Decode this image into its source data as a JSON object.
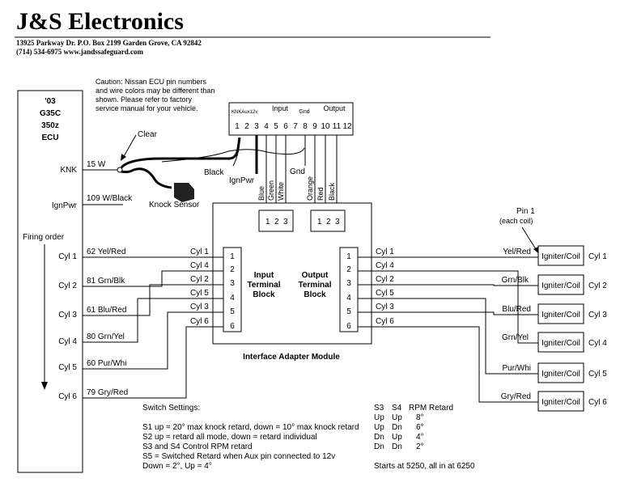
{
  "header": {
    "company": "J&S Electronics",
    "address": "13925 Parkway Dr. P.O. Box 2199 Garden Grove, CA  92842",
    "contact": "(714) 534-6975  www.jandssafeguard.com"
  },
  "caution": [
    "Caution:  Nissan ECU pin numbers",
    "and wire colors may be different than",
    "shown.  Please refer to factory",
    "service manual for your vehicle."
  ],
  "ecu": {
    "title": [
      "'03",
      "G35C",
      "350z",
      "ECU"
    ],
    "knk": "KNK",
    "ignpwr": "IgnPwr",
    "firing_order": "Firing order",
    "cyls": [
      "Cyl 1",
      "Cyl 2",
      "Cyl 3",
      "Cyl 4",
      "Cyl 5",
      "Cyl 6"
    ]
  },
  "knk_wire": {
    "label": "15  W",
    "clear": "Clear",
    "sensor": "Knock Sensor",
    "black": "Black",
    "ignpwr": "IgnPwr"
  },
  "ignpwr_wire": {
    "label": "109  W/Black"
  },
  "aux": {
    "label_left": "KNKAux12v",
    "input_label": "Input",
    "gnd_label": "Gnd",
    "output_label": "Output",
    "pins": [
      "1",
      "2",
      "3",
      "4",
      "5",
      "6",
      "7",
      "8",
      "9",
      "10",
      "11",
      "12"
    ],
    "gnd_wire": "Gnd",
    "wire_colors": [
      "Blue",
      "Green",
      "White",
      "Orange",
      "Red",
      "Black"
    ]
  },
  "module": {
    "title": "Interface Adapter Module",
    "switch_nums": [
      "1",
      "2",
      "3"
    ],
    "terminals": [
      "1",
      "2",
      "3",
      "4",
      "5",
      "6"
    ],
    "input_label": [
      "Input",
      "Terminal",
      "Block"
    ],
    "output_label": [
      "Output",
      "Terminal",
      "Block"
    ],
    "input_cyls": [
      "Cyl 1",
      "Cyl 4",
      "Cyl 2",
      "Cyl 5",
      "Cyl 3",
      "Cyl 6"
    ],
    "output_cyls": [
      "Cyl 1",
      "Cyl 4",
      "Cyl 2",
      "Cyl 5",
      "Cyl 3",
      "Cyl 6"
    ]
  },
  "ecu_wires": [
    "62  Yel/Red",
    "81  Grn/Blk",
    "61  Blu/Red",
    "80  Grn/Yel",
    "60  Pur/Whi",
    "79  Gry/Red"
  ],
  "igniters": {
    "pin_note": [
      "Pin 1",
      "(each coil)"
    ],
    "box_label": "Igniter/Coil",
    "wire_colors": [
      "Yel/Red",
      "Grn/Blk",
      "Blu/Red",
      "Grn/Yel",
      "Pur/Whi",
      "Gry/Red"
    ],
    "cyls": [
      "Cyl 1",
      "Cyl 2",
      "Cyl 3",
      "Cyl 4",
      "Cyl 5",
      "Cyl 6"
    ]
  },
  "switch_settings": {
    "title": "Switch Settings:",
    "lines": [
      "S1 up = 20° max knock retard, down = 10° max knock retard",
      "S2 up = retard all mode, down = retard individual",
      "S3 and S4 Control RPM retard",
      "S5 = Switched Retard when Aux pin connected to 12v",
      "Down = 2°, Up = 4°"
    ]
  },
  "rpm_table": {
    "headers": [
      "S3",
      "S4",
      "RPM Retard"
    ],
    "rows": [
      [
        "Up",
        "Up",
        "8°"
      ],
      [
        "Up",
        "Dn",
        "6°"
      ],
      [
        "Dn",
        "Up",
        "4°"
      ],
      [
        "Dn",
        "Dn",
        "2°"
      ]
    ],
    "note": "Starts at 5250, all in at 6250"
  }
}
